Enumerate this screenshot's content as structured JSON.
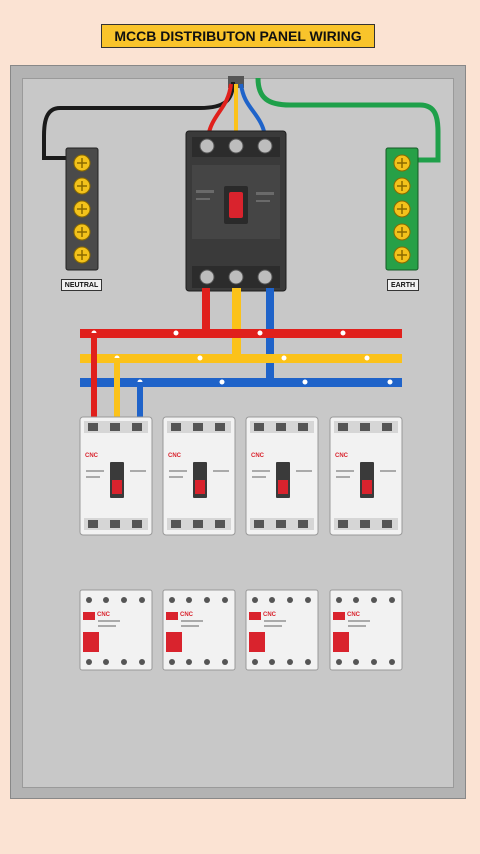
{
  "title": "MCCB DISTRIBUTON PANEL WIRING",
  "labels": {
    "neutral": "NEUTRAL",
    "earth": "EARTH"
  },
  "brand": "CNC",
  "colors": {
    "background": "#fbe3d3",
    "title_fill": "#f9c42b",
    "panel": "#c8c8c8",
    "phase_red": "#e0201c",
    "phase_yellow": "#fbc21a",
    "phase_blue": "#1f63c9",
    "earth_wire": "#1fa04a",
    "neutral_wire": "#1a1a1a",
    "breaker_body": "#3a3a3a",
    "switch_red": "#d9232d"
  }
}
